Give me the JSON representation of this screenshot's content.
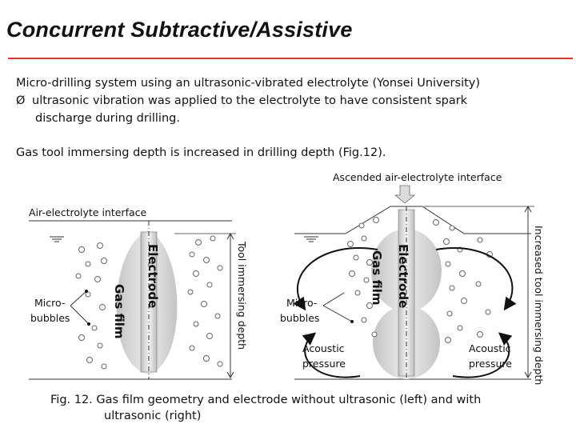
{
  "slide": {
    "title": "Concurrent Subtractive/Assistive",
    "line1": "Micro-drilling system using an ultrasonic-vibrated electrolyte (Yonsei University)",
    "bullet_symbol": "Ø",
    "bullet_line1": "ultrasonic vibration was applied to the electrolyte to have consistent spark",
    "bullet_line2": "discharge during drilling.",
    "line3": "Gas tool immersing depth is increased in drilling depth (Fig.12).",
    "caption_line1": "Fig. 12. Gas film geometry and electrode without ultrasonic (left) and with",
    "caption_line2": "ultrasonic (right)",
    "accent_color": "#e8313a"
  },
  "figure": {
    "left": {
      "interface_label": "Air-electrolyte interface",
      "electrode_label": "Electrode",
      "gas_film_label": "Gas film",
      "micro_bubbles_line1": "Micro-",
      "micro_bubbles_line2": "bubbles",
      "depth_label": "Tool immersing depth"
    },
    "right": {
      "interface_label": "Ascended air-electrolyte interface",
      "electrode_label": "Electrode",
      "gas_film_label": "Gas film",
      "micro_bubbles_line1": "Micro-",
      "micro_bubbles_line2": "bubbles",
      "acoustic_left_line1": "Acoustic",
      "acoustic_left_line2": "pressure",
      "acoustic_right_line1": "Acoustic",
      "acoustic_right_line2": "pressure",
      "depth_label": "Increased tool immersing depth"
    }
  }
}
